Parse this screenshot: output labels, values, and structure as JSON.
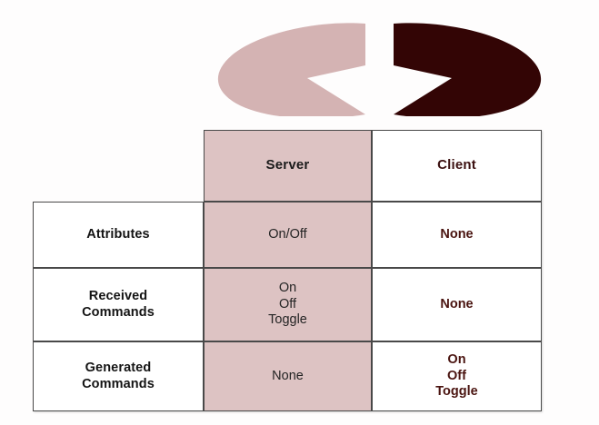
{
  "figure": {
    "name": "two-pacman-shapes",
    "left_shape": {
      "name": "pacman-left-open-right",
      "color": "#d4b3b3",
      "role": "server-symbol"
    },
    "right_shape": {
      "name": "pacman-right-open-left",
      "color": "#330505",
      "role": "client-symbol"
    }
  },
  "table": {
    "name": "cluster-server-client-matrix",
    "columns": [
      {
        "key": "label",
        "header": ""
      },
      {
        "key": "server",
        "header": "Server",
        "fill": "#ddc3c3"
      },
      {
        "key": "client",
        "header": "Client",
        "fill": "#ffffff"
      }
    ],
    "rows": [
      {
        "label": "Attributes",
        "label_lines": [
          "Attributes"
        ],
        "server_lines": [
          "On/Off"
        ],
        "client_lines": [
          "None"
        ]
      },
      {
        "label": "Received Commands",
        "label_lines": [
          "Received",
          "Commands"
        ],
        "server_lines": [
          "On",
          "Off",
          "Toggle"
        ],
        "client_lines": [
          "None"
        ]
      },
      {
        "label": "Generated Commands",
        "label_lines": [
          "Generated",
          "Commands"
        ],
        "server_lines": [
          "None"
        ],
        "client_lines": [
          "On",
          "Off",
          "Toggle"
        ]
      }
    ]
  },
  "colors": {
    "pink_light": "#d4b3b3",
    "pink_cell": "#ddc3c3",
    "maroon_dark": "#330505",
    "client_text": "#4a1410",
    "border": "#4a4a4a",
    "background": "#fefdfd"
  }
}
